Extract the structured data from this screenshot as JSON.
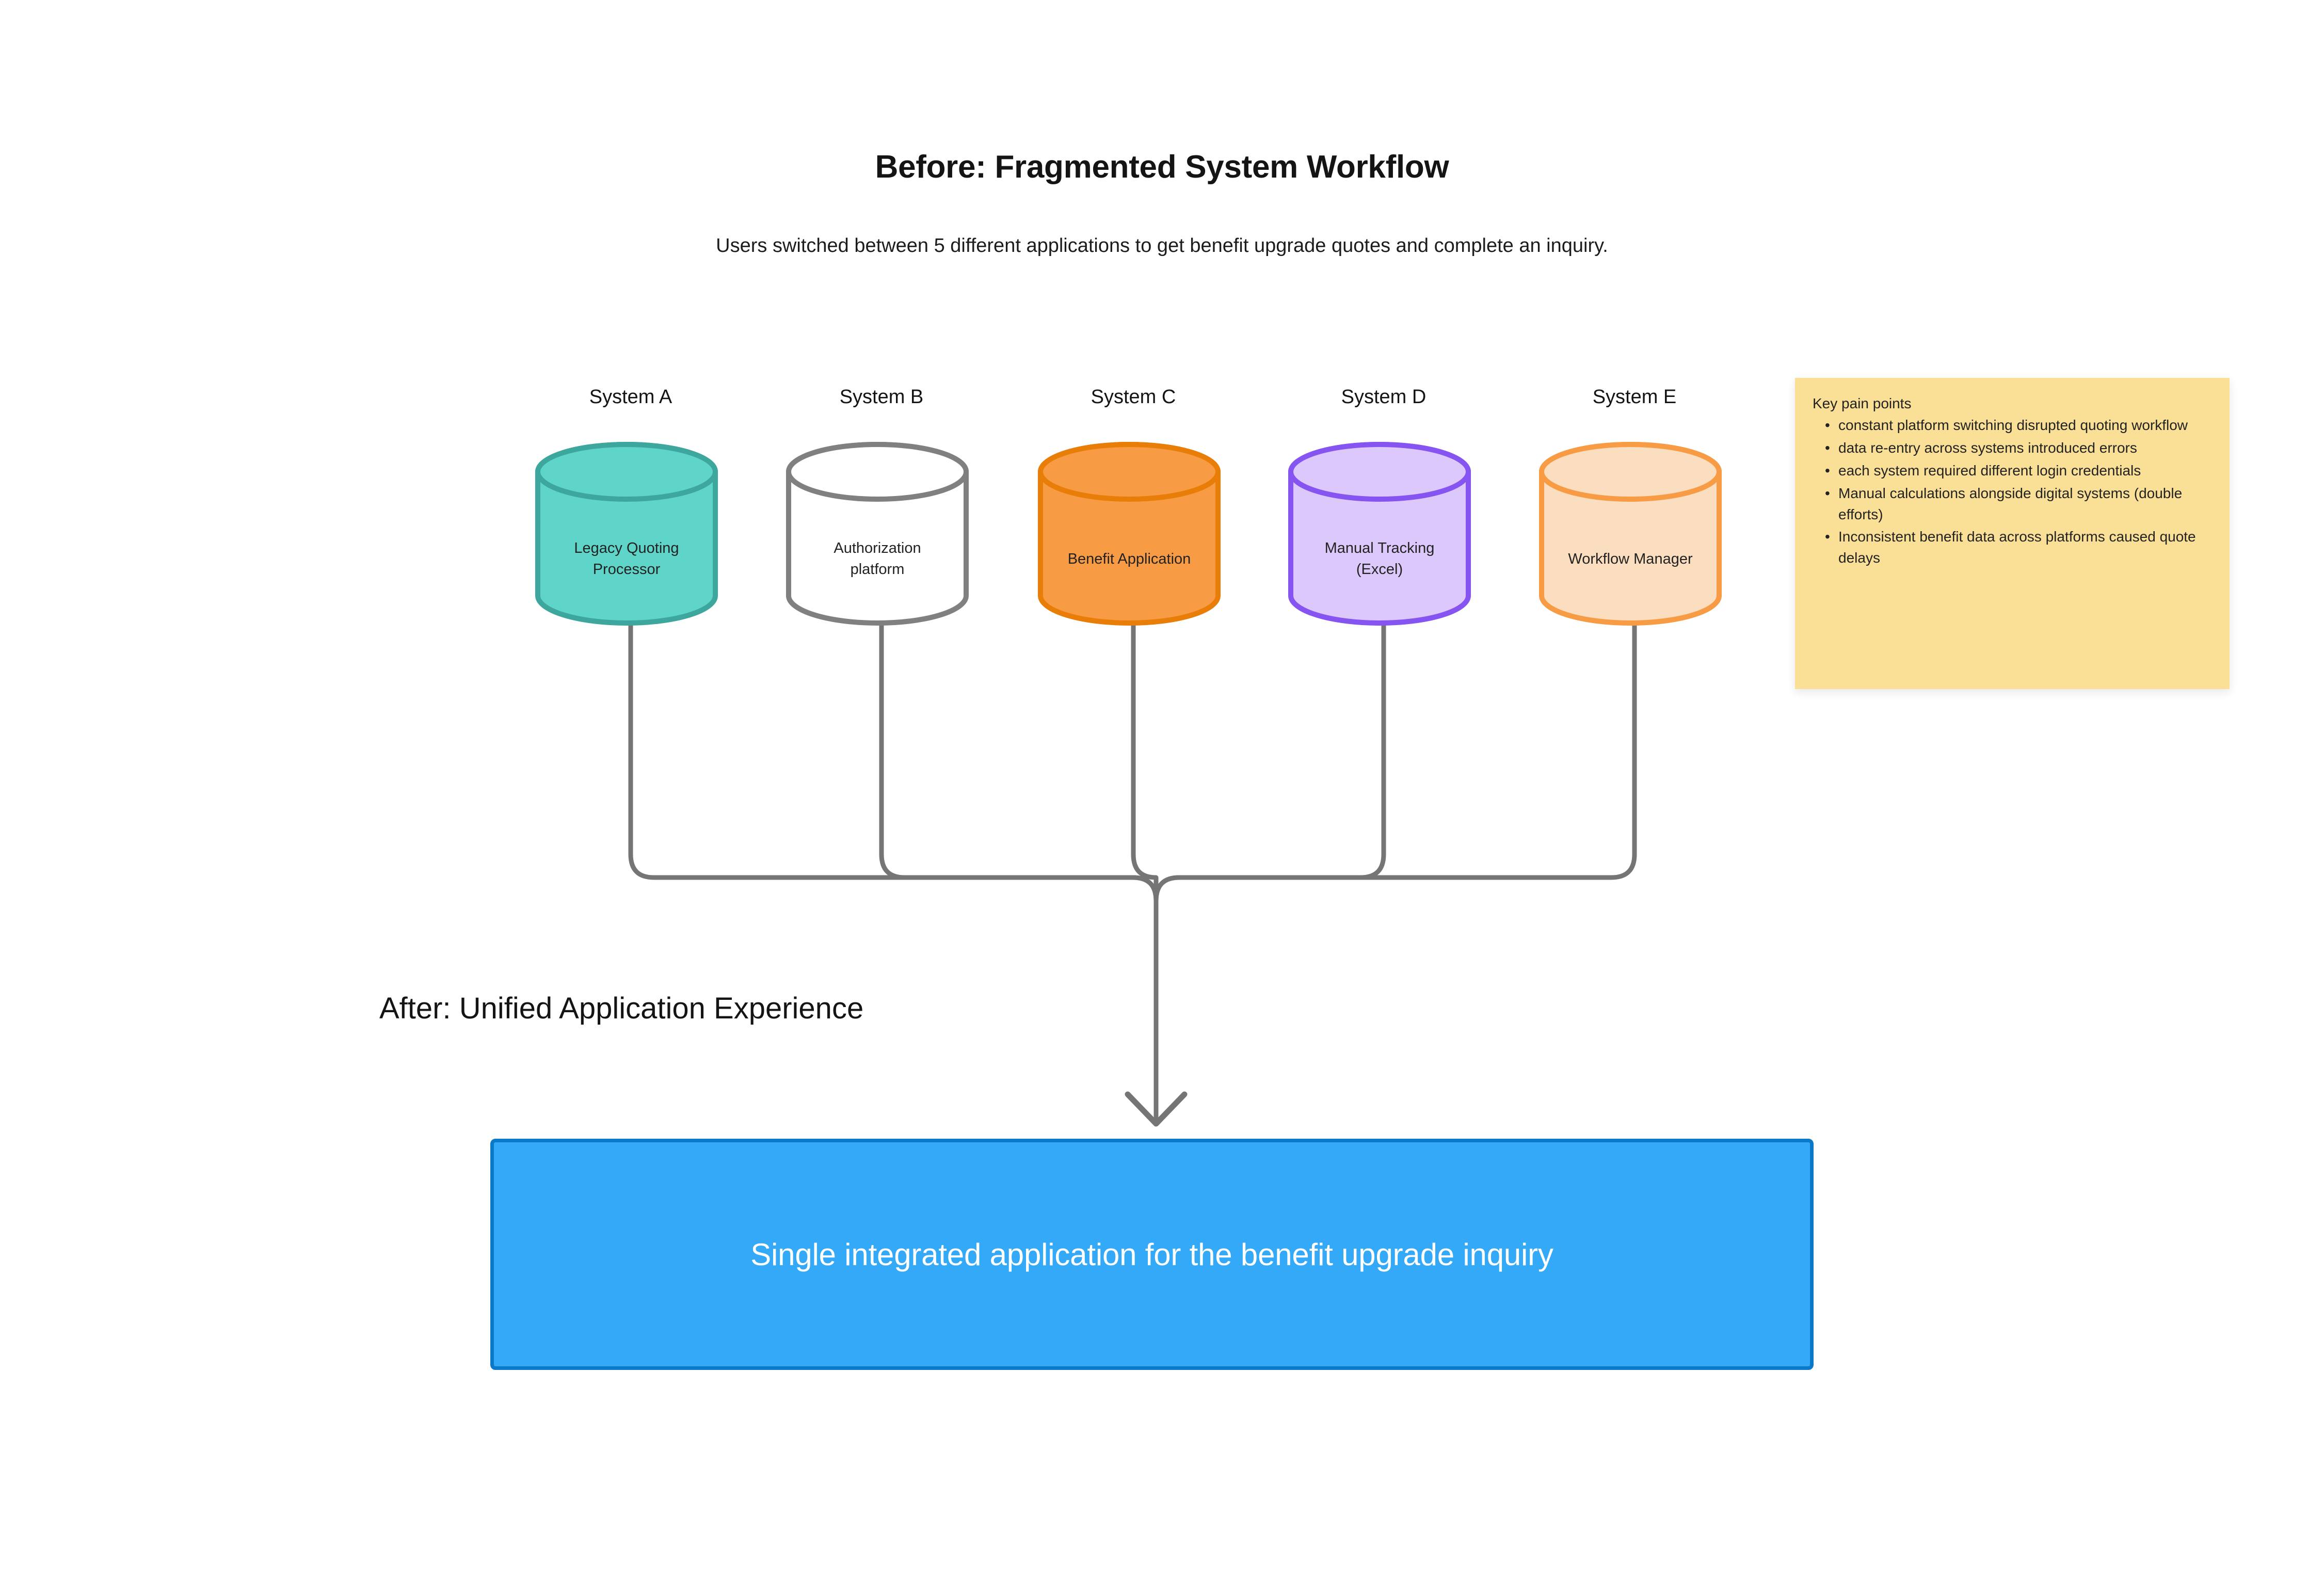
{
  "before": {
    "title": "Before: Fragmented System Workflow",
    "subtitle": "Users switched between 5 different applications to get benefit upgrade quotes and complete an inquiry."
  },
  "after": {
    "title": "After: Unified Application Experience",
    "unified_box_label": "Single integrated application for the benefit upgrade inquiry",
    "box_fill": "#33a9f8",
    "box_border": "#0a7ac8",
    "box_text_color": "#ffffff"
  },
  "systems": [
    {
      "label": "System A",
      "name": "Legacy Quoting Processor",
      "name_lines": [
        "Legacy Quoting",
        "Processor"
      ],
      "fill": "#5fd5ca",
      "stroke": "#3da79e"
    },
    {
      "label": "System B",
      "name": "Authorization platform",
      "name_lines": [
        "Authorization",
        "platform"
      ],
      "fill": "#ffffff",
      "stroke": "#808080"
    },
    {
      "label": "System C",
      "name": "Benefit Application",
      "name_lines": [
        "Benefit Application"
      ],
      "fill": "#f79b44",
      "stroke": "#e87d08"
    },
    {
      "label": "System D",
      "name": "Manual Tracking (Excel)",
      "name_lines": [
        "Manual Tracking",
        "(Excel)"
      ],
      "fill": "#dcc8fa",
      "stroke": "#8654f0"
    },
    {
      "label": "System E",
      "name": "Workflow Manager",
      "name_lines": [
        "Workflow Manager"
      ],
      "fill": "#fbddc0",
      "stroke": "#f79b44"
    }
  ],
  "pain_points": {
    "title": "Key pain points",
    "items": [
      "constant platform switching disrupted quoting workflow",
      "data re-entry across systems introduced errors",
      "each system required different login credentials",
      "Manual calculations alongside digital systems (double efforts)",
      "Inconsistent benefit data across platforms caused quote delays"
    ],
    "background": "#fadf96",
    "text_color": "#222222"
  },
  "connector": {
    "color": "#757575",
    "description": "five branch lines merging into single downward arrow"
  }
}
